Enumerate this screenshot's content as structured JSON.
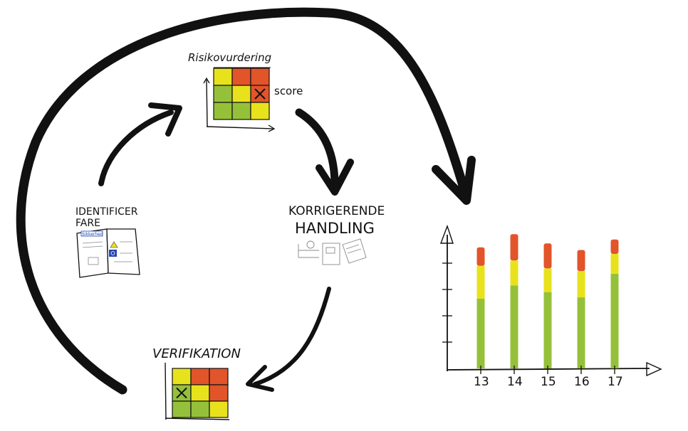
{
  "labels": {
    "risk_assessment": "Risikovurdering",
    "score": "score",
    "identify": "IDENTIFICER",
    "identify_2": "FARE",
    "corrective": "KORRIGERENDE",
    "corrective_2": "HANDLING",
    "verification": "VERIFIKATION",
    "book_tab": "Sikkerhed"
  },
  "colors": {
    "red": "#e2542a",
    "yellow": "#e8e21d",
    "green": "#95c13a",
    "ink": "#111111",
    "blue": "#2447b5"
  },
  "risk_matrix": {
    "cells": [
      [
        "yellow",
        "red",
        "red"
      ],
      [
        "green",
        "yellow",
        "red"
      ],
      [
        "green",
        "green",
        "yellow"
      ]
    ],
    "marked": [
      1,
      2
    ]
  },
  "verification_matrix": {
    "cells": [
      [
        "yellow",
        "red",
        "red"
      ],
      [
        "green",
        "yellow",
        "red"
      ],
      [
        "green",
        "green",
        "yellow"
      ]
    ],
    "marked": [
      1,
      0
    ]
  },
  "chart_data": {
    "type": "bar",
    "categories": [
      "13",
      "14",
      "15",
      "16",
      "17"
    ],
    "series": [
      {
        "color": "#95c13a",
        "values": [
          0.53,
          0.63,
          0.58,
          0.54,
          0.72
        ]
      },
      {
        "color": "#e8e21d",
        "values": [
          0.25,
          0.19,
          0.18,
          0.2,
          0.15
        ]
      },
      {
        "color": "#e2542a",
        "values": [
          0.14,
          0.2,
          0.19,
          0.16,
          0.11
        ]
      }
    ],
    "stacked": true,
    "ylim": [
      0,
      1
    ],
    "xlabel": "",
    "ylabel": "",
    "grid": false
  }
}
